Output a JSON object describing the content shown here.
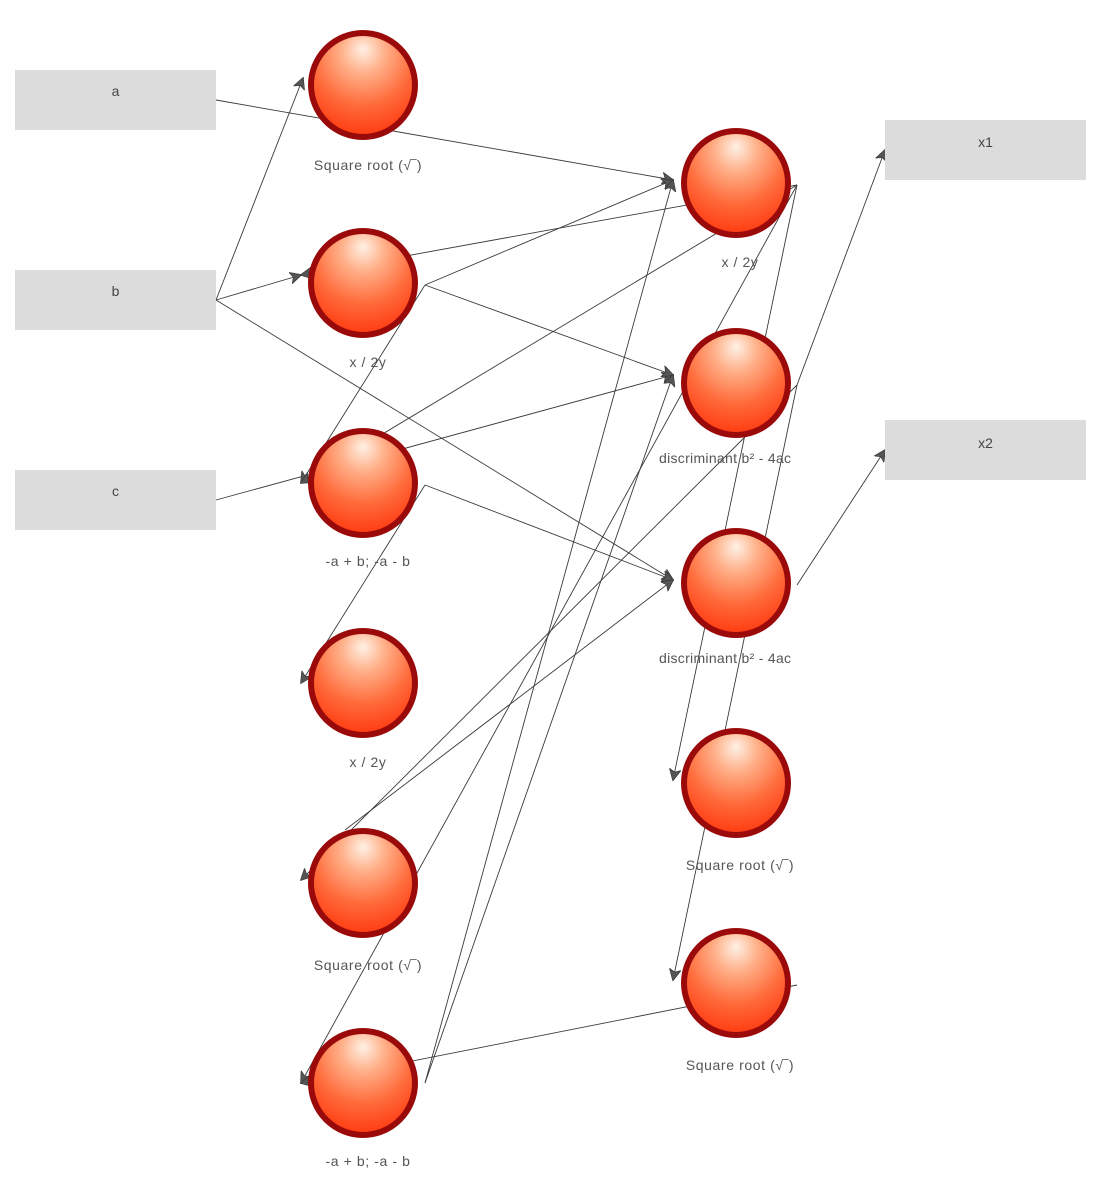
{
  "inputs": [
    {
      "id": "a",
      "label": "a"
    },
    {
      "id": "b",
      "label": "b"
    },
    {
      "id": "c",
      "label": "c"
    }
  ],
  "outputs": [
    {
      "id": "x1",
      "label": "x1"
    },
    {
      "id": "x2",
      "label": "x2"
    }
  ],
  "nodes": [
    {
      "id": "L1",
      "label": "Square root (√‾)"
    },
    {
      "id": "L2",
      "label": "x / 2y"
    },
    {
      "id": "L3",
      "label": "-a + b; -a - b"
    },
    {
      "id": "L4",
      "label": "x / 2y"
    },
    {
      "id": "L5",
      "label": "Square root (√‾)"
    },
    {
      "id": "L6",
      "label": "-a + b; -a - b"
    },
    {
      "id": "R1",
      "label": "x / 2y"
    },
    {
      "id": "R2",
      "label": "discriminant b² - 4ac"
    },
    {
      "id": "R3",
      "label": "discriminant b² - 4ac"
    },
    {
      "id": "R4",
      "label": "Square root (√‾)"
    },
    {
      "id": "R5",
      "label": "Square root (√‾)"
    }
  ],
  "edges": [
    {
      "from": "a",
      "to": "R1"
    },
    {
      "from": "b",
      "to": "L1"
    },
    {
      "from": "b",
      "to": "L2"
    },
    {
      "from": "b",
      "to": "R3"
    },
    {
      "from": "c",
      "to": "R2"
    },
    {
      "from": "L2",
      "to": "R1"
    },
    {
      "from": "L2",
      "to": "R2"
    },
    {
      "from": "L2",
      "to": "L3"
    },
    {
      "from": "L3",
      "to": "R3"
    },
    {
      "from": "L3",
      "to": "L4"
    },
    {
      "from": "L5",
      "to": "R3"
    },
    {
      "from": "L6",
      "to": "R1"
    },
    {
      "from": "L6",
      "to": "R2"
    },
    {
      "from": "R1",
      "to": "L2"
    },
    {
      "from": "R1",
      "to": "L3"
    },
    {
      "from": "R1",
      "to": "L6"
    },
    {
      "from": "R1",
      "to": "R4"
    },
    {
      "from": "R2",
      "to": "L5"
    },
    {
      "from": "R2",
      "to": "R5"
    },
    {
      "from": "R2",
      "to": "x1"
    },
    {
      "from": "R3",
      "to": "x2"
    },
    {
      "from": "R5",
      "to": "L6"
    }
  ]
}
